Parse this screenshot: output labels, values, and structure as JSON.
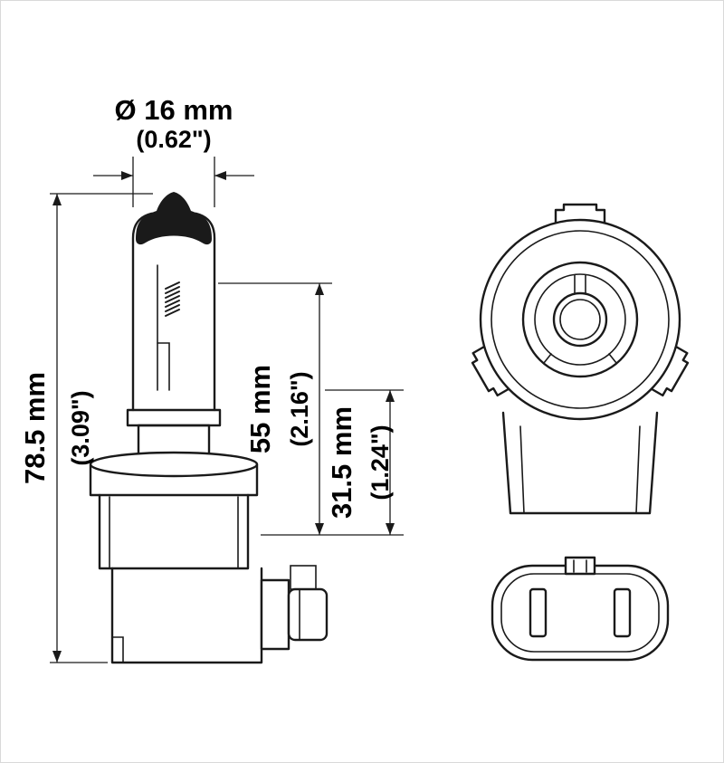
{
  "diagram": {
    "dimensions": {
      "diameter": {
        "mm": "Ø 16 mm",
        "in": "(0.62\")"
      },
      "overall": {
        "mm": "78.5 mm",
        "in": "(3.09\")"
      },
      "glass": {
        "mm": "55 mm",
        "in": "(2.16\")"
      },
      "lcl": {
        "mm": "31.5 mm",
        "in": "(1.24\")"
      }
    },
    "colors": {
      "line": "#1a1a1a",
      "background": "#ffffff",
      "bulb_tip": "#141414"
    }
  }
}
